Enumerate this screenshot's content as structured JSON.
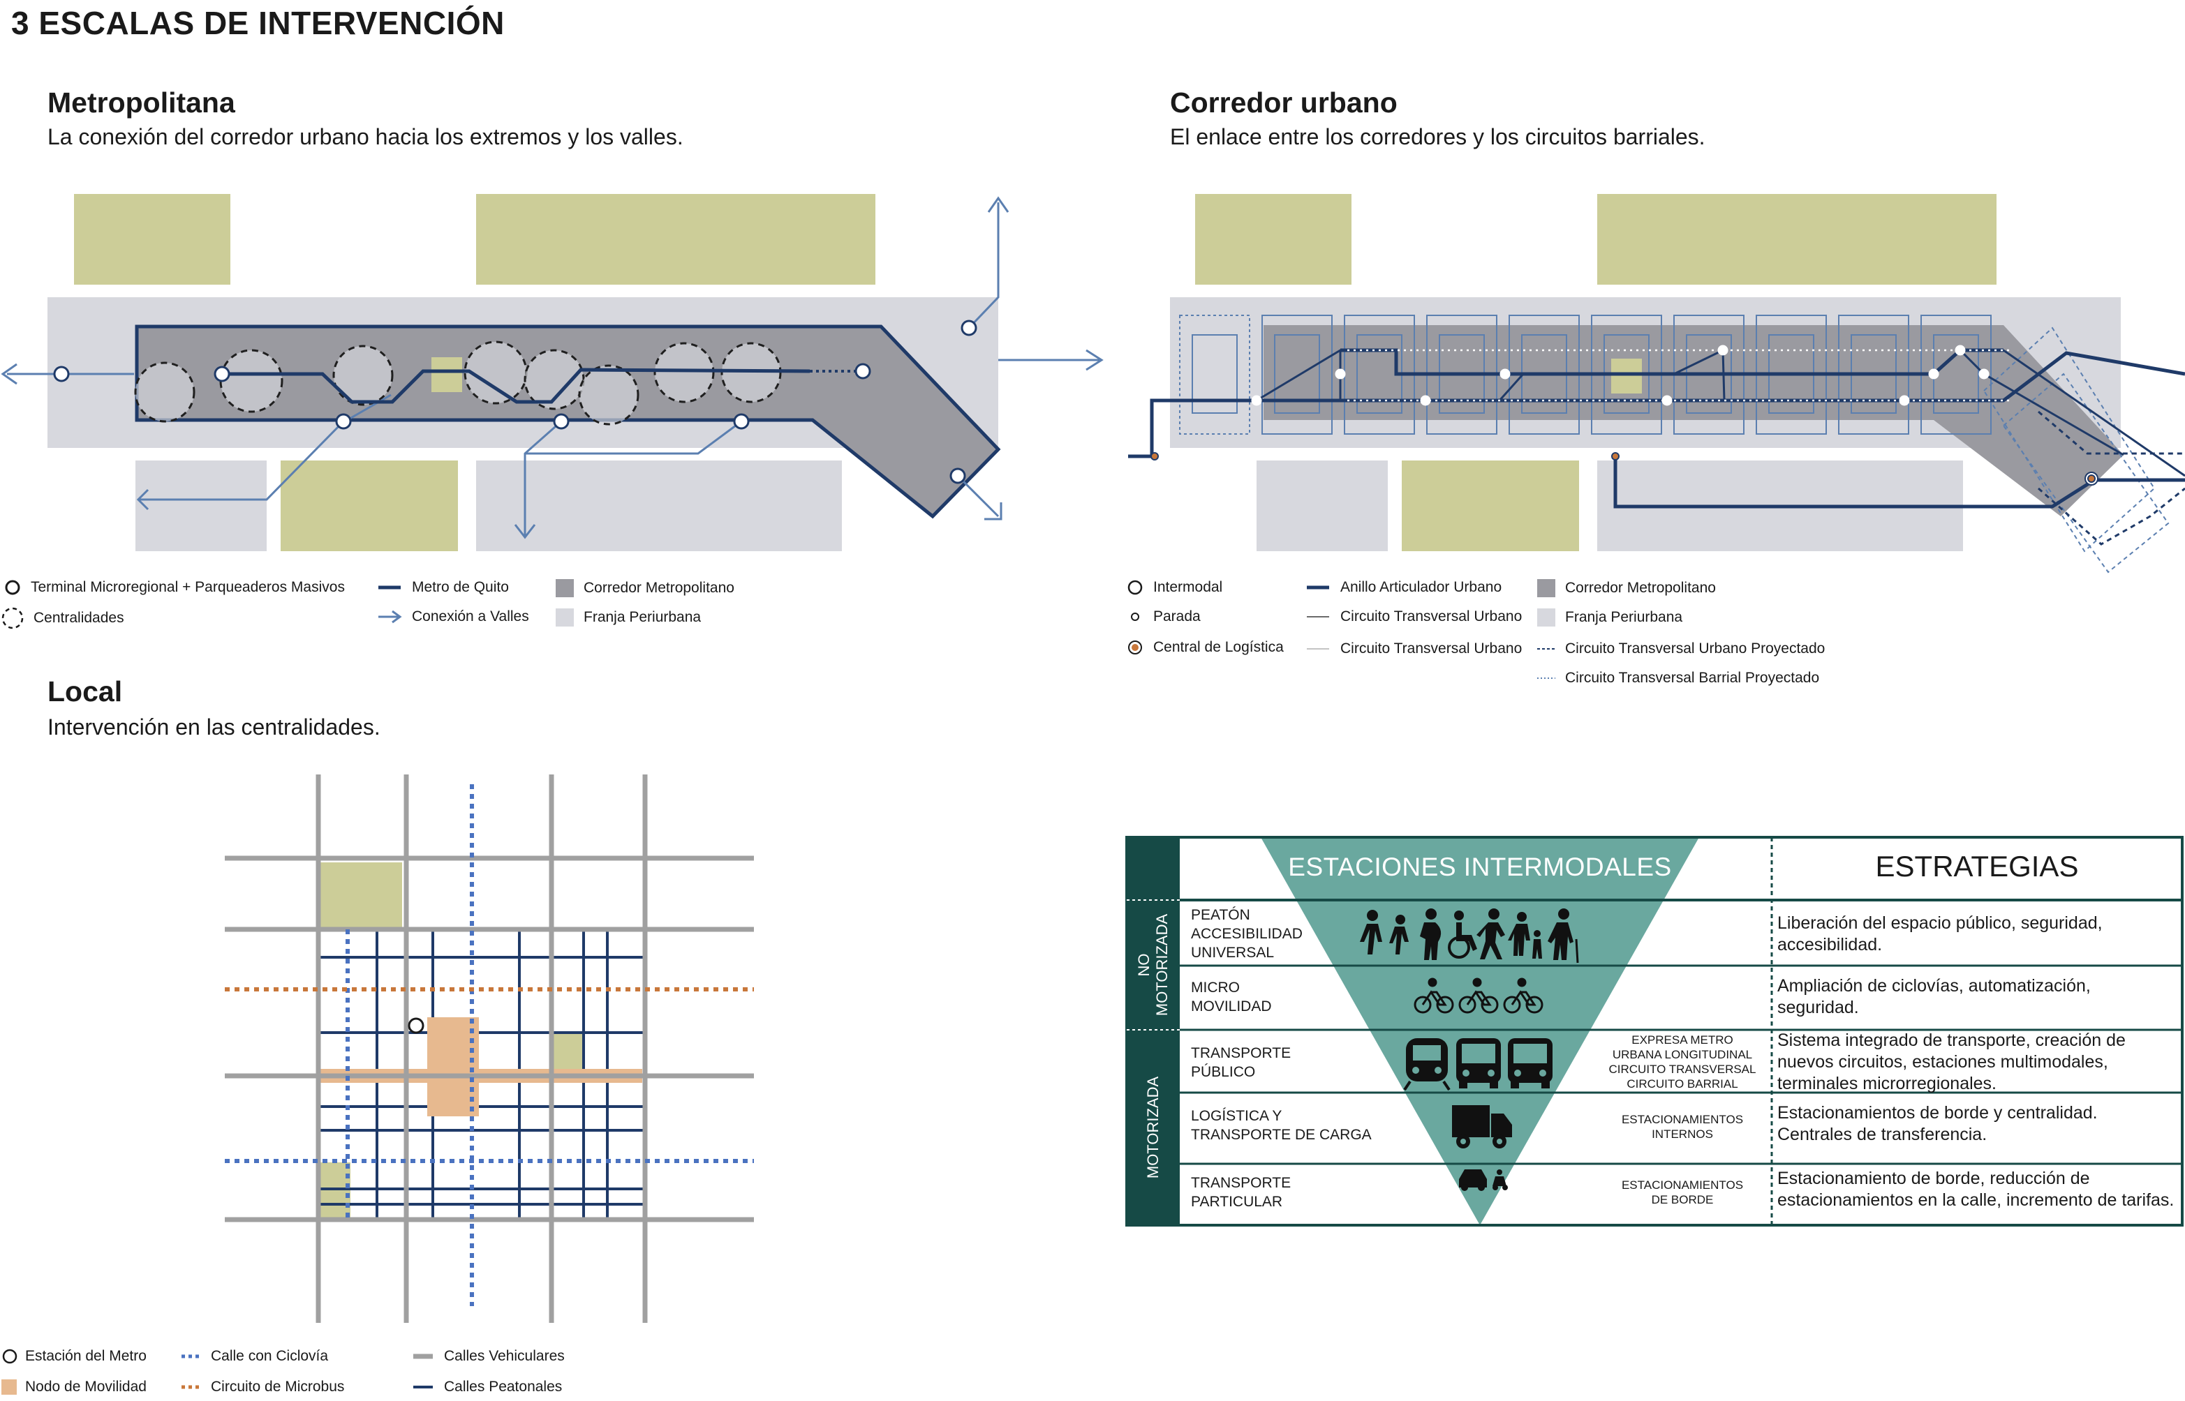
{
  "title": "3 ESCALAS DE INTERVENCIÓN",
  "metropolitana": {
    "title": "Metropolitana",
    "subtitle": "La conexión del corredor urbano hacia los extremos y los valles.",
    "legend": [
      "Terminal Microregional + Parqueaderos Masivos",
      "Centralidades",
      "Metro de Quito",
      "Conexión a Valles",
      "Corredor Metropolitano",
      "Franja Periurbana"
    ]
  },
  "corredor": {
    "title": "Corredor urbano",
    "subtitle": "El enlace entre los corredores y los circuitos barriales.",
    "legend": [
      "Intermodal",
      "Parada",
      "Central de Logística",
      "Anillo Articulador Urbano",
      "Circuito Transversal Urbano",
      "Circuito Transversal Urbano",
      "Corredor Metropolitano",
      "Franja Periurbana",
      "Circuito Transversal Urbano Proyectado",
      "Circuito Transversal Barrial Proyectado"
    ]
  },
  "local": {
    "title": "Local",
    "subtitle": "Intervención en las centralidades.",
    "legend": [
      "Estación del Metro",
      "Nodo de Movilidad",
      "Calle con Ciclovía",
      "Circuito de Microbus",
      "Calles Vehiculares",
      "Calles Peatonales"
    ]
  },
  "table": {
    "header_center": "ESTACIONES INTERMODALES",
    "header_right": "ESTRATEGIAS",
    "group_no_motorizada": [
      "NO",
      "MOTORIZADA"
    ],
    "group_motorizada": "MOTORIZADA",
    "rows": [
      {
        "label": [
          "PEATÓN",
          "ACCESIBILIDAD",
          "UNIVERSAL"
        ],
        "mid": [],
        "strategy": [
          "Liberación del espacio público, seguridad,",
          "accesibilidad."
        ],
        "icons": "pedestrian-icons"
      },
      {
        "label": [
          "MICRO",
          "MOVILIDAD"
        ],
        "mid": [],
        "strategy": [
          "Ampliación de ciclovías, automatización,",
          "seguridad."
        ],
        "icons": "bicycle-icons"
      },
      {
        "label": [
          "TRANSPORTE",
          "PÚBLICO"
        ],
        "mid": [
          "EXPRESA METRO",
          "URBANA LONGITUDINAL",
          "CIRCUITO TRANSVERSAL",
          "CIRCUITO BARRIAL"
        ],
        "strategy": [
          "Sistema integrado de transporte, creación de",
          "nuevos circuitos, estaciones multimodales,",
          "terminales microrregionales."
        ],
        "icons": "transit-icons"
      },
      {
        "label": [
          "LOGÍSTICA Y",
          "TRANSPORTE DE CARGA"
        ],
        "mid": [
          "ESTACIONAMIENTOS",
          "INTERNOS"
        ],
        "strategy": [
          "Estacionamientos de borde y centralidad.",
          "Centrales de transferencia."
        ],
        "icons": "truck-icon"
      },
      {
        "label": [
          "TRANSPORTE",
          "PARTICULAR"
        ],
        "mid": [
          "ESTACIONAMIENTOS",
          "DE BORDE"
        ],
        "strategy": [
          "Estacionamiento de borde, reducción de",
          "estacionamientos en la calle, incremento de tarifas."
        ],
        "icons": "car-icons"
      }
    ]
  },
  "colors": {
    "navy": "#1f3a68",
    "steel_blue": "#5b7fb0",
    "corridor_gray": "#9a9aa0",
    "periurban_gray": "#d7d8de",
    "green_area": "#cccd98",
    "orange": "#c8773a",
    "node_tan": "#e7b98f",
    "teal_dark": "#164a46",
    "teal": "#6aa89f"
  }
}
